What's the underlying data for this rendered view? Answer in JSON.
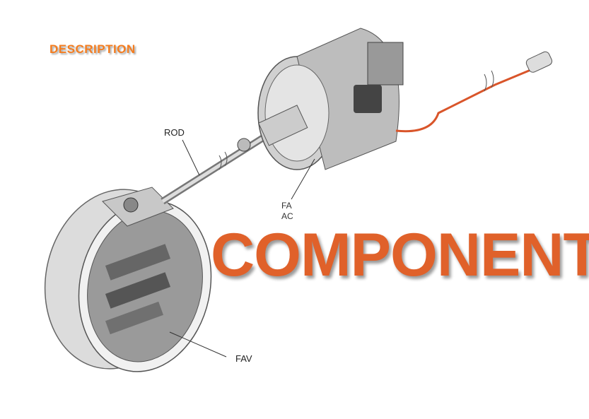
{
  "heading": "DESCRIPTION",
  "overlay_title": "COMPONENT",
  "labels": {
    "rod": "ROD",
    "fav": "FAV",
    "actuator_fragment_1": "FA",
    "actuator_fragment_2": "AC"
  },
  "colors": {
    "heading": "#f47d20",
    "overlay": "#e0612a",
    "cable": "#d9552a"
  }
}
